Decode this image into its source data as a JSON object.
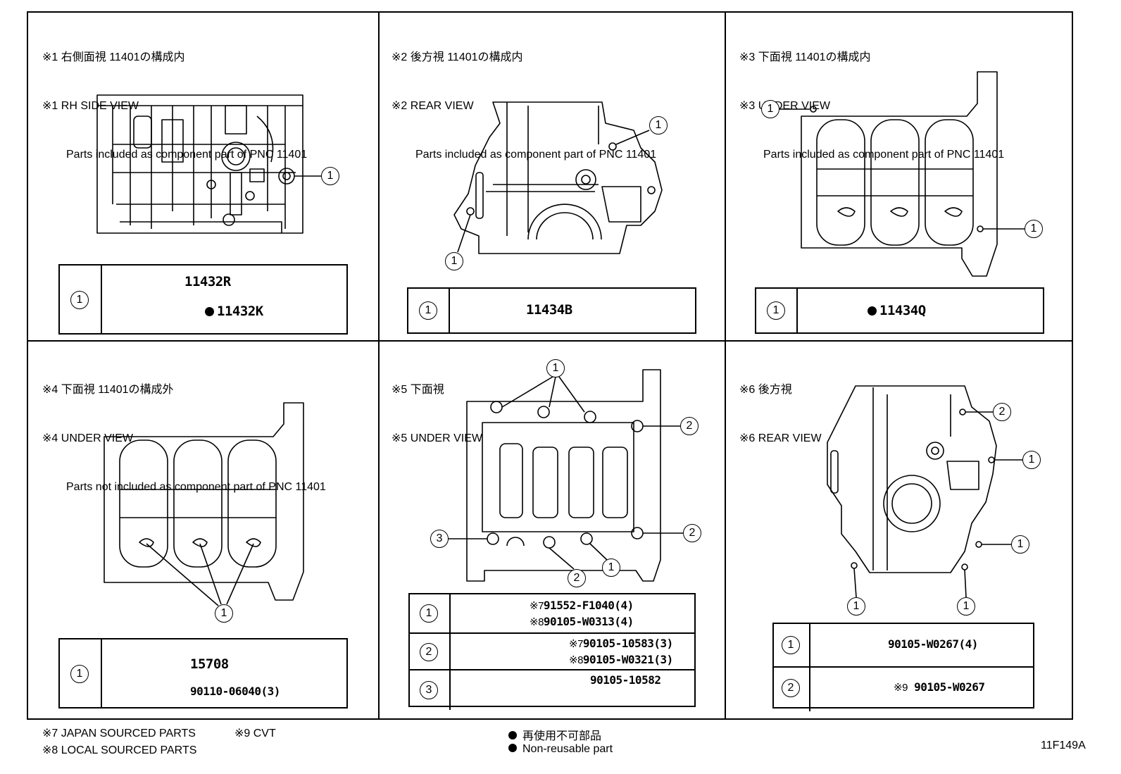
{
  "panels": [
    {
      "ref": "※1",
      "title_jp": "右側面視 11401の構成内",
      "title_en": "RH SIDE VIEW",
      "note": "Parts included as component part of PNC 11401"
    },
    {
      "ref": "※2",
      "title_jp": "後方視 11401の構成内",
      "title_en": "REAR VIEW",
      "note": "Parts included as component part of PNC 11401"
    },
    {
      "ref": "※3",
      "title_jp": "下面視 11401の構成内",
      "title_en": "UNDER VIEW",
      "note": "Parts included as component part of PNC 11401"
    },
    {
      "ref": "※4",
      "title_jp": "下面視 11401の構成外",
      "title_en": "UNDER VIEW",
      "note": "Parts not included as component part of PNC 11401"
    },
    {
      "ref": "※5",
      "title_jp": "下面視",
      "title_en": "UNDER VIEW",
      "note": ""
    },
    {
      "ref": "※6",
      "title_jp": "後方視",
      "title_en": "REAR VIEW",
      "note": ""
    }
  ],
  "callouts": {
    "one": "1",
    "two": "2",
    "three": "3"
  },
  "parts": {
    "p1_a": "11432R",
    "p1_b": "11432K",
    "p2_a": "11434B",
    "p3_a": "11434Q",
    "p4_a": "15708",
    "p4_b": "90110-06040(3)",
    "p5_1a_mark": "※7",
    "p5_1a": "91552-F1040(4)",
    "p5_1b_mark": "※8",
    "p5_1b": "90105-W0313(4)",
    "p5_2a_mark": "※7",
    "p5_2a": "90105-10583(3)",
    "p5_2b_mark": "※8",
    "p5_2b": "90105-W0321(3)",
    "p5_3a": "90105-10582",
    "p6_1": "90105-W0267(4)",
    "p6_2_mark": "※9",
    "p6_2": "90105-W0267"
  },
  "footer": {
    "note7": "※7 JAPAN SOURCED PARTS",
    "note9": "※9 CVT",
    "note8": "※8 LOCAL SOURCED PARTS",
    "legend_jp": "再使用不可部品",
    "legend_en": "Non-reusable part",
    "figure_id": "11F149A"
  }
}
